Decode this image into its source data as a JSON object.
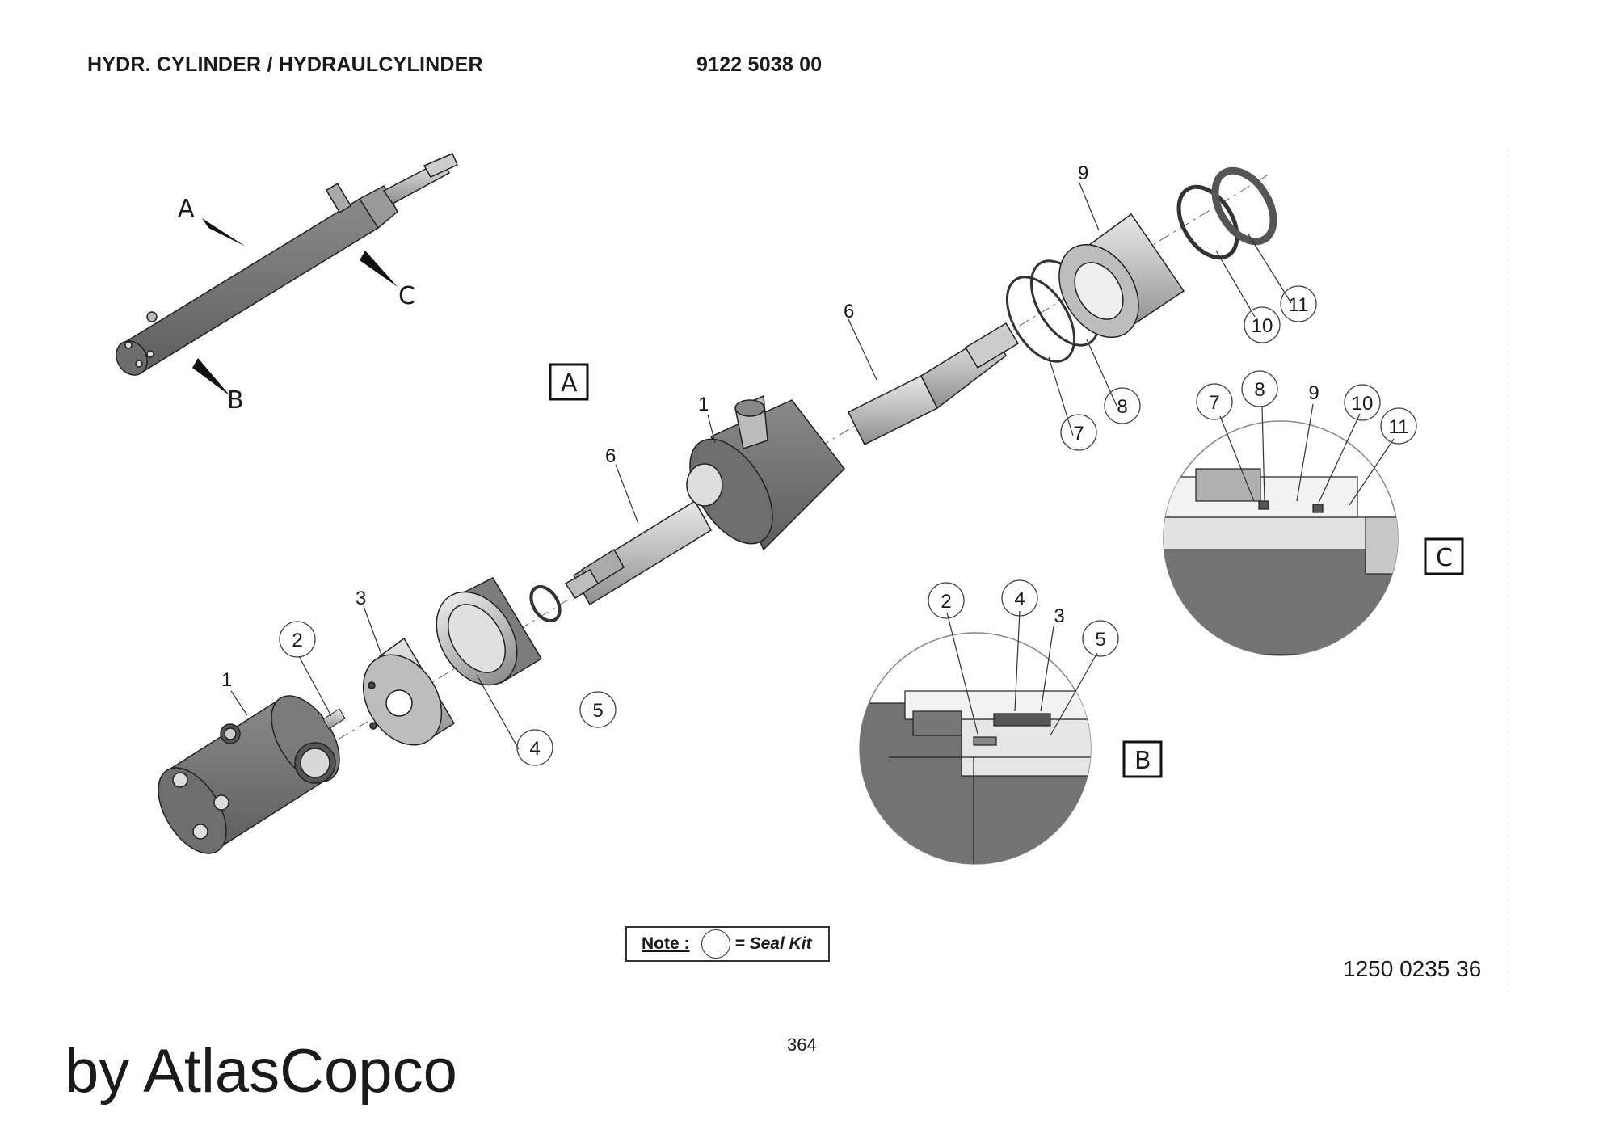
{
  "header": {
    "title": "HYDR. CYLINDER / HYDRAULCYLINDER",
    "part_number": "9122 5038 00"
  },
  "view_tags": {
    "A": "A",
    "B": "B",
    "C": "C"
  },
  "overview_arrows": {
    "a": "A",
    "b": "B",
    "c": "C"
  },
  "main_callouts": {
    "plain": {
      "p1_upper": "1",
      "p1_lower": "1",
      "p3": "3",
      "p6_upper": "6",
      "p6_lower": "6",
      "p9": "9"
    },
    "circled": {
      "c2": "2",
      "c4": "4",
      "c5": "5",
      "c7": "7",
      "c8": "8",
      "c10": "10",
      "c11": "11"
    }
  },
  "detail_b": {
    "c2": "2",
    "c4": "4",
    "p3": "3",
    "c5": "5"
  },
  "detail_c": {
    "c7": "7",
    "c8": "8",
    "p9": "9",
    "c10": "10",
    "c11": "11"
  },
  "note": {
    "label": "Note :",
    "text": "= Seal Kit"
  },
  "footer": {
    "reference": "1250 0235 36",
    "page": "364",
    "brand": "by AtlasCopco"
  },
  "colors": {
    "part_dark": "#777777",
    "part_light": "#c4c4c4",
    "outline": "#222222"
  }
}
